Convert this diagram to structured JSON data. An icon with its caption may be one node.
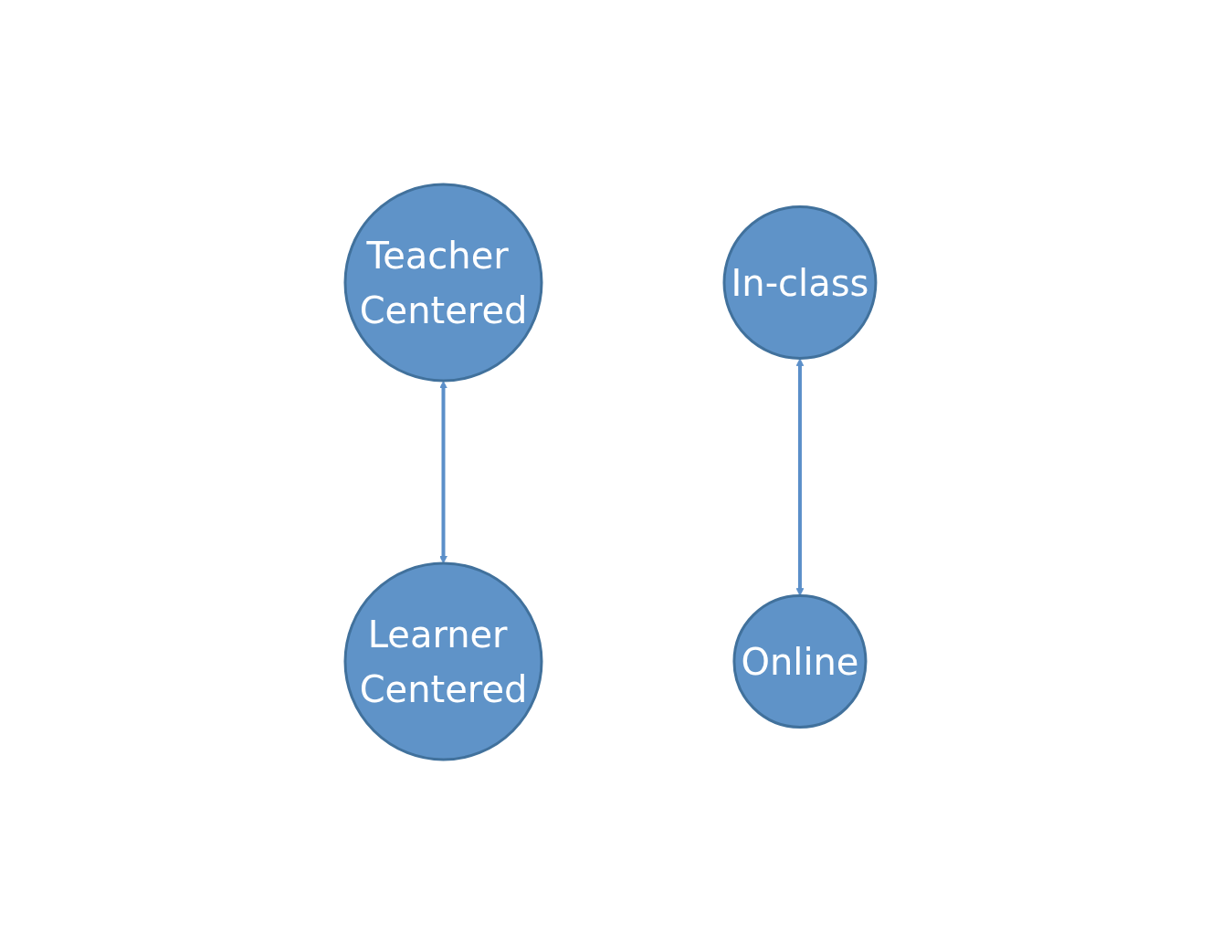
{
  "diagram": {
    "nodes": [
      {
        "text": [
          "Teacher Centered"
        ]
      },
      {
        "text": [
          "In-class"
        ]
      },
      {
        "text": [
          "Online"
        ]
      },
      {
        "text": [
          "Learner Centered"
        ]
      }
    ],
    "edges": [
      {
        "from": 0,
        "to": 3,
        "arrow": "both"
      },
      {
        "from": 1,
        "to": 2,
        "arrow": "both"
      }
    ]
  }
}
